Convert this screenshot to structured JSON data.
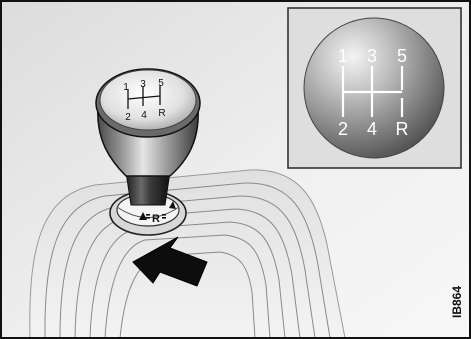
{
  "figure": {
    "code": "IB864",
    "knob_top_pattern": {
      "top_row": [
        "1",
        "3",
        "5"
      ],
      "bottom_row": [
        "2",
        "4",
        "R"
      ]
    },
    "collar_label": "R",
    "inset_pattern": {
      "top_row": [
        "1",
        "3",
        "5"
      ],
      "bottom_row": [
        "2",
        "4",
        "R"
      ]
    }
  }
}
